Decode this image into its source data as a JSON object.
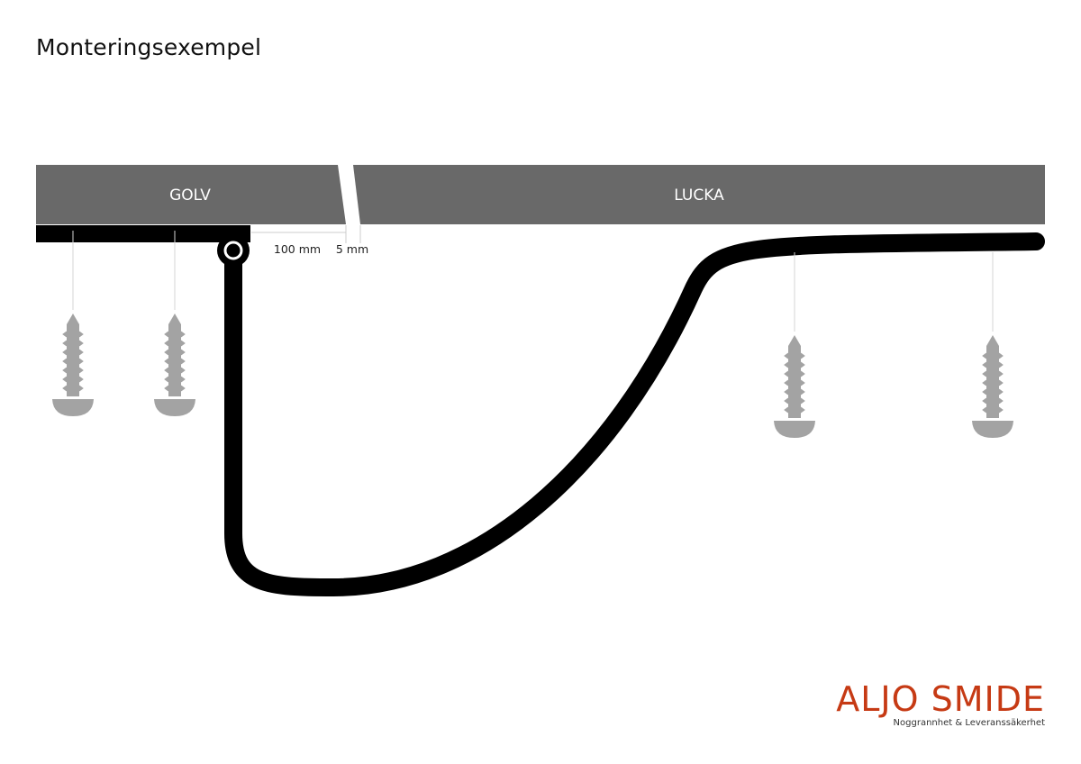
{
  "title": "Monteringsexempel",
  "labels": {
    "floor": "GOLV",
    "hatch": "LUCKA",
    "gap_100": "100 mm",
    "gap_5": "5 mm"
  },
  "brand": {
    "name": "ALJO SMIDE",
    "tagline": "Noggrannhet & Leveranssäkerhet"
  },
  "icons": [
    "screw-icon",
    "hinge-pin-icon"
  ],
  "colors": {
    "panel": "#696969",
    "hinge": "#000000",
    "screw": "#a3a3a3",
    "brand": "#c63a14"
  }
}
